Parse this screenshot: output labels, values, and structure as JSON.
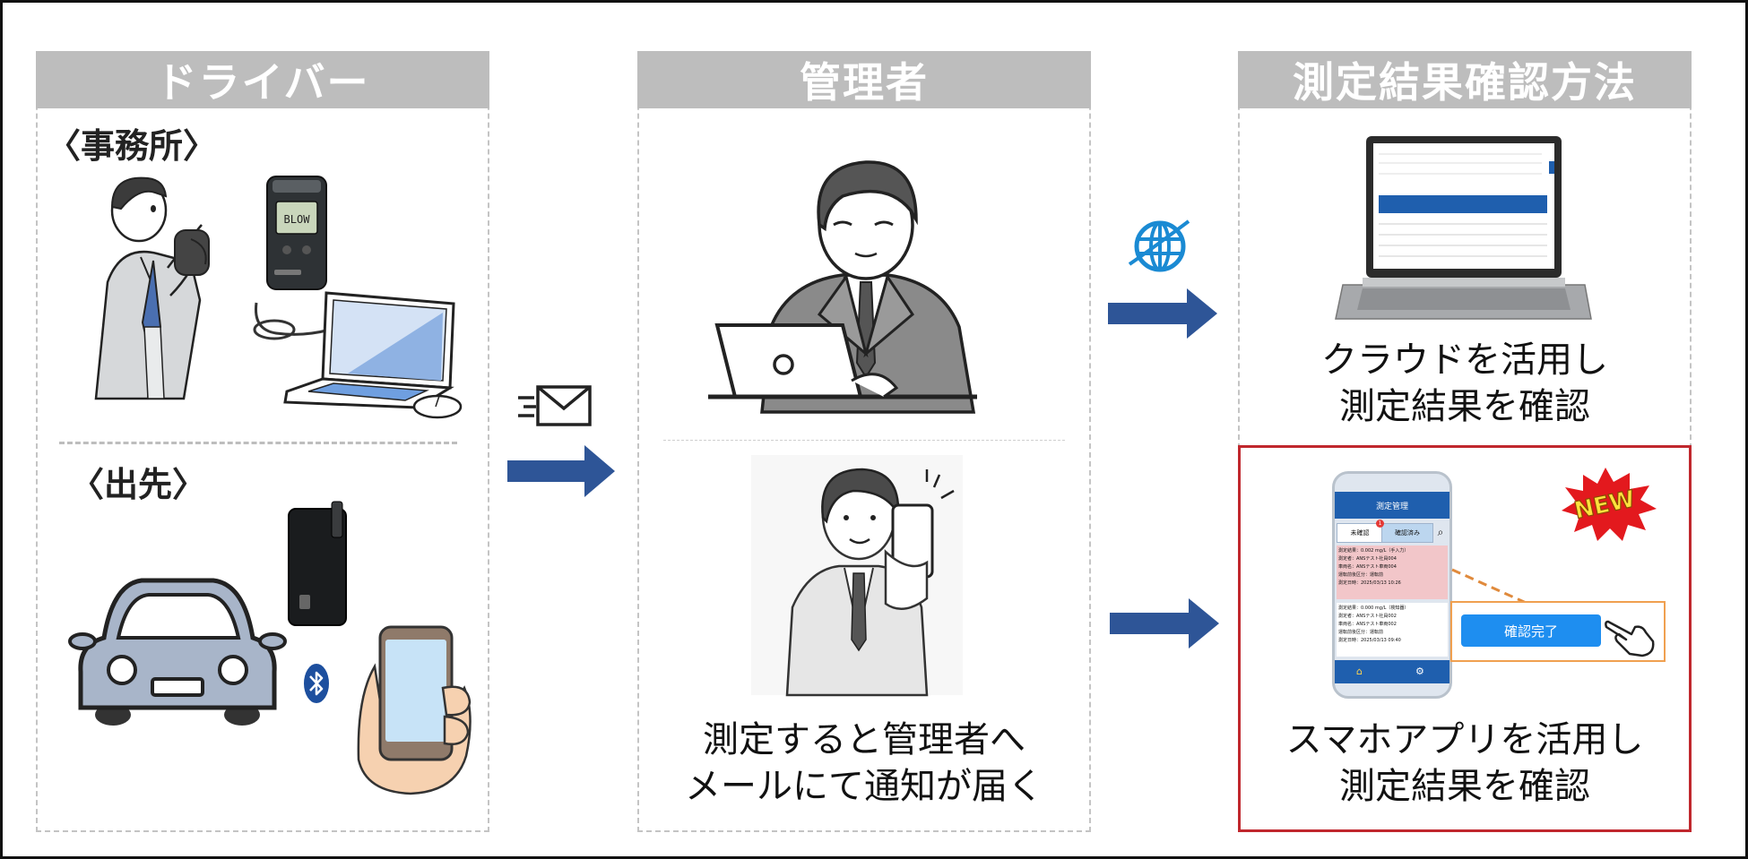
{
  "columns": {
    "driver": {
      "title": "ドライバー",
      "office_label": "〈事務所〉",
      "outside_label": "〈出先〉"
    },
    "manager": {
      "title": "管理者",
      "caption_line1": "測定すると管理者へ",
      "caption_line2": "メールにて通知が届く"
    },
    "method": {
      "title": "測定結果確認方法",
      "cloud_line1": "クラウドを活用し",
      "cloud_line2": "測定結果を確認",
      "app_line1": "スマホアプリを活用し",
      "app_line2": "測定結果を確認"
    }
  },
  "device": {
    "screen_text": "BLOW"
  },
  "phone_app": {
    "title": "測定管理",
    "tab_unconfirmed": "未確認",
    "tab_confirmed": "確認済み",
    "badge_count": "1",
    "record1": [
      "測定結果：0.002 mg/L（手入力）",
      "測定者：ANSテスト社員004",
      "車両名：ANSテスト車両004",
      "運転前後区分：運転前",
      "測定日時：2025/03/13 10:26"
    ],
    "record2": [
      "測定結果：0.000 mg/L（検知器）",
      "測定者：ANSテスト社員002",
      "車両名：ANSテスト車両002",
      "運転前後区分：運転前",
      "測定日時：2025/03/13 09:40"
    ],
    "confirm_button": "確認完了"
  },
  "new_badge": "NEW",
  "colors": {
    "header_gray": "#bdbdbd",
    "arrow_blue": "#2e5597",
    "highlight_red": "#c0272d",
    "app_blue": "#1f5fae",
    "confirm_blue": "#1e8ef0",
    "callout_orange": "#f0a050"
  },
  "icons": [
    "envelope-icon",
    "globe-icon",
    "bluetooth-icon",
    "arrow-right-icon",
    "pointing-hand-icon"
  ]
}
